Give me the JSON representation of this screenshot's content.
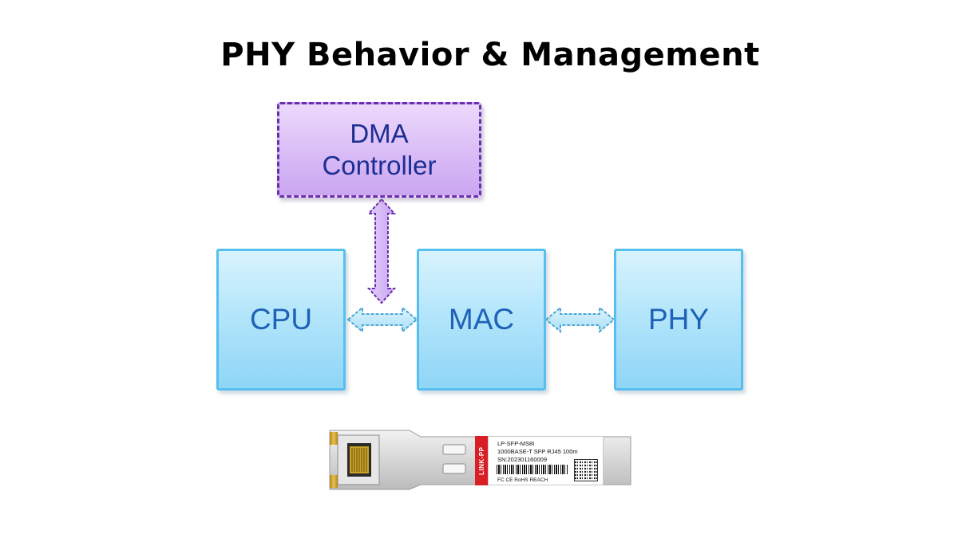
{
  "title": "PHY Behavior & Management",
  "diagram": {
    "blocks": {
      "dma_line1": "DMA",
      "dma_line2": "Controller",
      "cpu": "CPU",
      "mac": "MAC",
      "phy": "PHY"
    },
    "connections": [
      {
        "from": "DMA Controller",
        "to": "MAC",
        "style": "dashed",
        "direction": "bidirectional"
      },
      {
        "from": "CPU",
        "to": "MAC",
        "style": "dashed",
        "direction": "bidirectional"
      },
      {
        "from": "MAC",
        "to": "PHY",
        "style": "dashed",
        "direction": "bidirectional"
      }
    ],
    "colors": {
      "blue_block_fill": "#b4e6fb",
      "blue_block_border": "#56bff0",
      "blue_block_text": "#1e62b8",
      "dma_fill": "#d7b9f6",
      "dma_border": "#6a2fb0",
      "dma_text": "#1d2e93"
    }
  },
  "module": {
    "brand": "LINK-PP",
    "part_number": "LP-SFP-MS8I",
    "description": "1000BASE-T SFP RJ45 100m",
    "serial": "SN:202301160009",
    "certifications": "FC  CE  RoHS  REACH"
  }
}
